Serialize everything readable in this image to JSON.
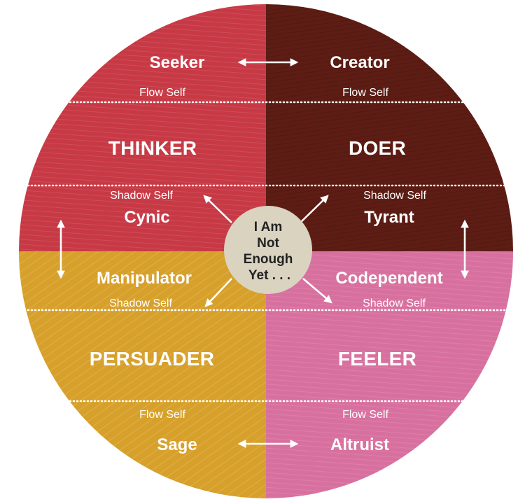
{
  "colors": {
    "thinker": "#c73945",
    "doer": "#5e1d14",
    "persuader": "#d7a02a",
    "feeler": "#d8709f",
    "core_fill": "#d9d3c0",
    "divider": "#ffffff",
    "arrow": "#ffffff"
  },
  "center": {
    "line1": "I Am",
    "line2": "Not",
    "line3": "Enough",
    "line4": "Yet . . ."
  },
  "quadrants": {
    "thinker": {
      "type": "THINKER",
      "flow_label": "Flow Self",
      "flow": "Seeker",
      "shadow_label": "Shadow Self",
      "shadow": "Cynic"
    },
    "doer": {
      "type": "DOER",
      "flow_label": "Flow Self",
      "flow": "Creator",
      "shadow_label": "Shadow Self",
      "shadow": "Tyrant"
    },
    "persuader": {
      "type": "PERSUADER",
      "flow_label": "Flow Self",
      "flow": "Sage",
      "shadow_label": "Shadow Self",
      "shadow": "Manipulator"
    },
    "feeler": {
      "type": "FEELER",
      "flow_label": "Flow Self",
      "flow": "Altruist",
      "shadow_label": "Shadow Self",
      "shadow": "Codependent"
    }
  }
}
